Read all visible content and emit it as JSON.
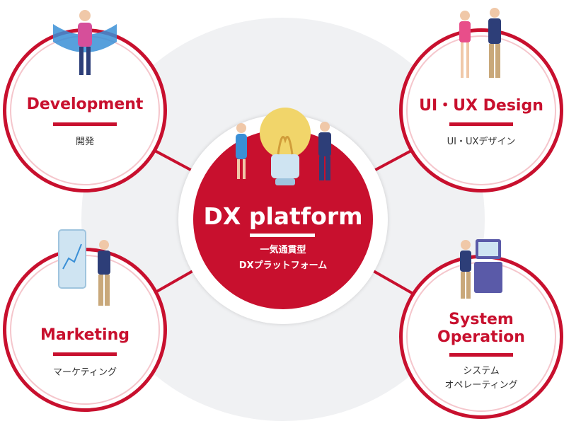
{
  "center": {
    "title": "DX platform",
    "subtitle_line1": "一気通貫型",
    "subtitle_line2": "DXプラットフォーム"
  },
  "nodes": [
    {
      "title": "Development",
      "subtitle": "開発"
    },
    {
      "title": "UI・UX Design",
      "subtitle": "UI・UXデザイン"
    },
    {
      "title": "Marketing",
      "subtitle": "マーケティング"
    },
    {
      "title_line1": "System",
      "title_line2": "Operation",
      "subtitle_line1": "システム",
      "subtitle_line2": "オペレーティング"
    }
  ],
  "colors": {
    "accent": "#c8102e",
    "background": "#f0f1f3"
  }
}
